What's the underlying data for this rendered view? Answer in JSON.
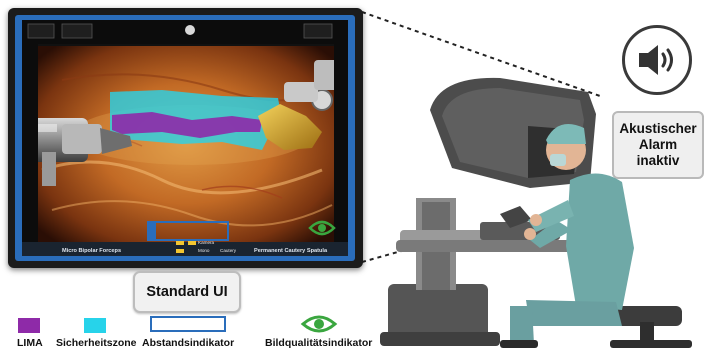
{
  "screen": {
    "left_tool_label": "Micro Bipolar Forceps",
    "right_tool_label": "Permanent Cautery Spatula",
    "indicator_small_1": "Kamera",
    "indicator_small_2": "Mono",
    "indicator_small_3": "Cautery"
  },
  "standard_ui_label": "Standard UI",
  "alarm": {
    "line1": "Akustischer",
    "line2": "Alarm",
    "line3": "inaktiv"
  },
  "legend": [
    {
      "label": "LIMA",
      "color": "#8e2aa8",
      "icon": "purple-square"
    },
    {
      "label": "Sicherheitszone",
      "color": "#27d3ea",
      "icon": "cyan-square"
    },
    {
      "label": "Abstandsindikator",
      "color": "#2a6dbb",
      "icon": "outline-rectangle"
    },
    {
      "label": "Bildqualitätsindikator",
      "color": "#3aa63f",
      "icon": "eye-icon"
    }
  ],
  "colors": {
    "lima": "#8e2aa8",
    "safety_zone": "#27d3ea",
    "distance_indicator": "#2a6dbb",
    "image_quality": "#3aa63f"
  }
}
